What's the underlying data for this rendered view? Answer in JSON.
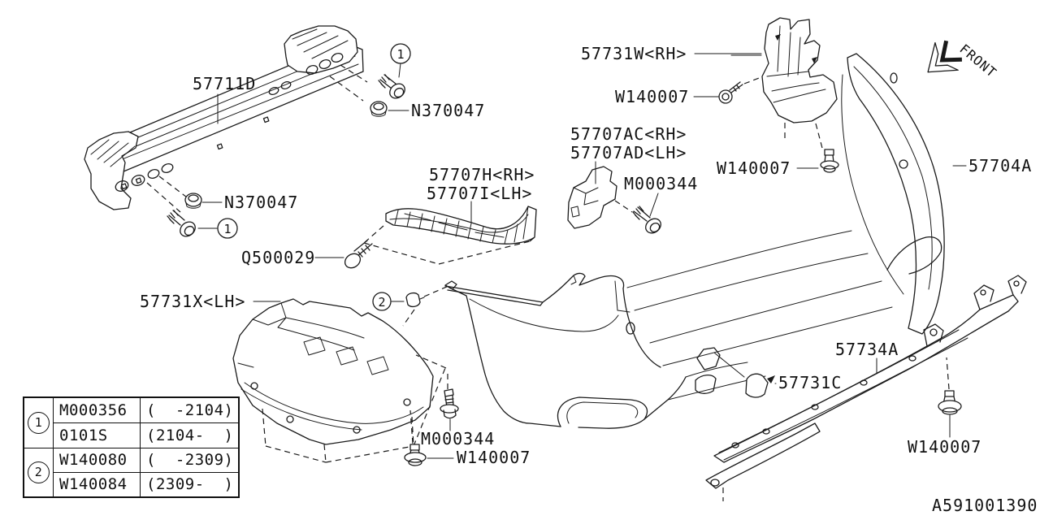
{
  "diagram_id": "A591001390",
  "front_indicator": "FRONT",
  "ref_markers": {
    "r1": "1",
    "r2": "2"
  },
  "callouts": {
    "beam": "57711D",
    "nut_top": "N370047",
    "nut_bottom": "N370047",
    "screw_q": "Q500029",
    "spacer_rh": "57707H<RH>",
    "spacer_lh": "57707I<LH>",
    "corner_bracket_rh": "57707AC<RH>",
    "corner_bracket_lh": "57707AD<LH>",
    "bolt_mid": "M000344",
    "upper_bracket": "57731W<RH>",
    "clip_top": "W140007",
    "clip_mid": "W140007",
    "bumper_corner": "57704A",
    "under_cover": "57731X<LH>",
    "bolt_bottom": "M000344",
    "clip_bottom": "W140007",
    "garnish": "57734A",
    "clip_c": "57731C",
    "clip_right": "W140007"
  },
  "legend": {
    "groups": [
      {
        "ref": "1",
        "rows": [
          {
            "part": "M000356",
            "range": "(  -2104)"
          },
          {
            "part": "0101S",
            "range": "(2104-  )"
          }
        ]
      },
      {
        "ref": "2",
        "rows": [
          {
            "part": "W140080",
            "range": "(  -2309)"
          },
          {
            "part": "W140084",
            "range": "(2309-  )"
          }
        ]
      }
    ]
  }
}
